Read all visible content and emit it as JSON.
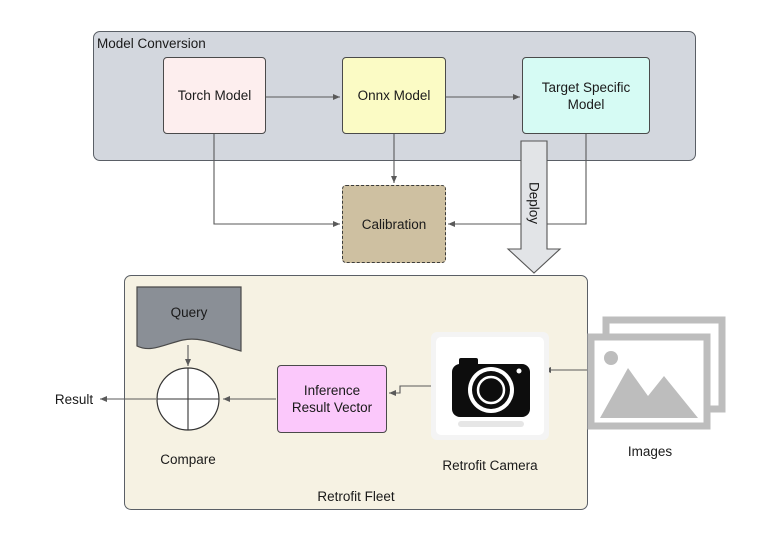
{
  "groups": {
    "model_conversion": {
      "title": "Model Conversion"
    },
    "retrofit_fleet": {
      "title": "Retrofit Fleet"
    }
  },
  "nodes": {
    "torch_model": "Torch Model",
    "onnx_model": "Onnx Model",
    "target_specific_model": "Target Specific\nModel",
    "calibration": "Calibration",
    "query": "Query",
    "inference_result_vector": "Inference\nResult Vector"
  },
  "labels": {
    "deploy": "Deploy",
    "compare": "Compare",
    "result": "Result",
    "retrofit_camera": "Retrofit Camera",
    "images": "Images"
  },
  "colors": {
    "model_conversion_fill": "#d3d7de",
    "retrofit_fleet_fill": "#f6f2e3",
    "torch_fill": "#fdeeee",
    "onnx_fill": "#fbfbc5",
    "target_fill": "#d6fbf4",
    "calibration_fill": "#cec0a1",
    "query_fill": "#8a8f96",
    "inference_fill": "#fbc8fb",
    "arrow": "#5a5a5a"
  },
  "icons": {
    "camera": "camera-icon",
    "images": "images-icon",
    "compare": "compare-circle-icon"
  }
}
